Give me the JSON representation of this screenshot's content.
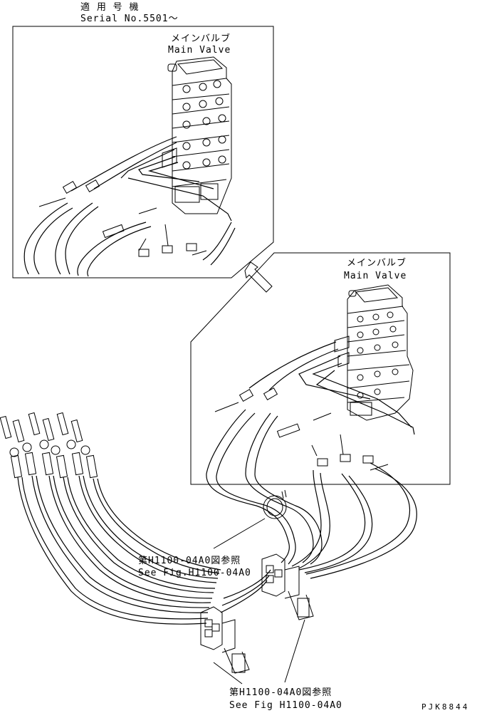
{
  "header": {
    "applicable_jp": "適 用 号 機",
    "serial": "Serial No.5501～"
  },
  "inset": {
    "valve_jp": "メインバルブ",
    "valve_en": "Main Valve"
  },
  "main": {
    "valve_jp": "メインバルブ",
    "valve_en": "Main Valve"
  },
  "refs": [
    {
      "jp": "第H1100-04A0図参照",
      "en": "See Fig.H1100-04A0"
    },
    {
      "jp": "第H1100-04A0図参照",
      "en": "See Fig H1100-04A0"
    }
  ],
  "drawing_code": "PJK8844"
}
